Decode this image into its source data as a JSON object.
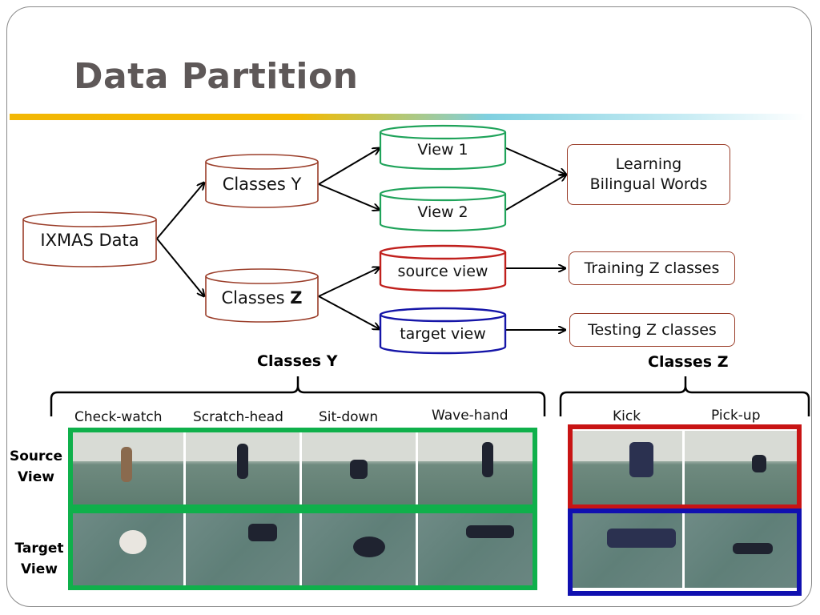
{
  "title": "Data Partition",
  "colors": {
    "accent_yellow": "#f2b705",
    "accent_blue": "#7fd0e0",
    "db_brown": "#9b3e2a",
    "db_green": "#1fa35a",
    "db_red": "#c0201d",
    "db_blue": "#1515a8",
    "group_green": "#0fb04b",
    "group_red": "#c81414",
    "group_blue": "#1010b0"
  },
  "flow": {
    "root": "IXMAS Data",
    "classes_y": "Classes Y",
    "classes_z_prefix": "Classes ",
    "classes_z_bold": "Z",
    "view1": "View 1",
    "view2": "View 2",
    "source_view": "source view",
    "target_view": "target view",
    "learning_line1": "Learning",
    "learning_line2": "Bilingual Words",
    "training": "Training Z classes",
    "testing": "Testing Z classes"
  },
  "grid": {
    "header_y": "Classes Y",
    "header_z": "Classes Z",
    "y_actions": [
      "Check-watch",
      "Scratch-head",
      "Sit-down",
      "Wave-hand"
    ],
    "z_actions": [
      "Kick",
      "Pick-up"
    ],
    "row_source_line1": "Source",
    "row_source_line2": "View",
    "row_target_line1": "Target",
    "row_target_line2": "View"
  }
}
